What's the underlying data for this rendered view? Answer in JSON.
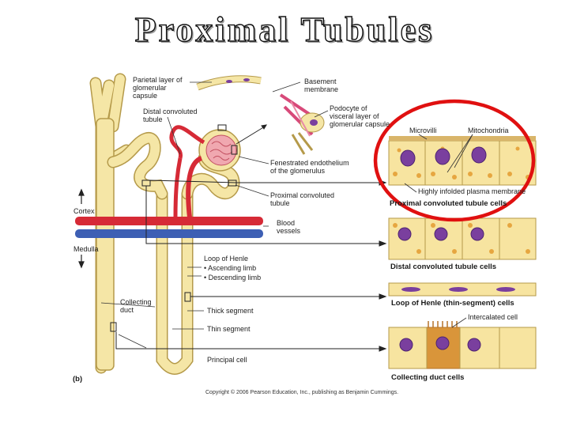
{
  "title": "Proximal Tubules",
  "labels": {
    "parietal": [
      "Parietal layer of",
      "glomerular",
      "capsule"
    ],
    "basement": [
      "Basement",
      "membrane"
    ],
    "podocyte": [
      "Podocyte of",
      "visceral layer of",
      "glomerular capsule"
    ],
    "dct": [
      "Distal convoluted",
      "tubule"
    ],
    "fenestrated": [
      "Fenestrated endothelium",
      "of the glomerulus"
    ],
    "pct": [
      "Proximal convoluted",
      "tubule"
    ],
    "cortex": "Cortex",
    "medulla": "Medulla",
    "blood": [
      "Blood",
      "vessels"
    ],
    "henle": "Loop of Henle",
    "ascending": "• Ascending limb",
    "descending": "• Descending limb",
    "collecting": [
      "Collecting",
      "duct"
    ],
    "thick": "Thick segment",
    "thin": "Thin segment",
    "principal": "Principal cell",
    "part": "(b)",
    "microvilli": "Microvilli",
    "mitochondria": "Mitochondria",
    "infolded": "Highly infolded plasma membrane",
    "pct_cells": "Proximal convoluted tubule cells",
    "dct_cells": "Distal convoluted tubule cells",
    "henle_cells": "Loop of Henle (thin-segment) cells",
    "intercalated": "Intercalated cell",
    "cd_cells": "Collecting duct cells"
  },
  "copyright": "Copyright © 2006 Pearson Education, Inc., publishing as Benjamin Cummings.",
  "colors": {
    "tubule": "#f5e6a6",
    "tubule_edge": "#b59a4a",
    "artery": "#d62a36",
    "vein": "#3d5fb4",
    "cell_fill": "#f7e4a0",
    "cell_dot": "#e6a640",
    "nucleus": "#7a3f9e",
    "highlight": "#e01010"
  }
}
